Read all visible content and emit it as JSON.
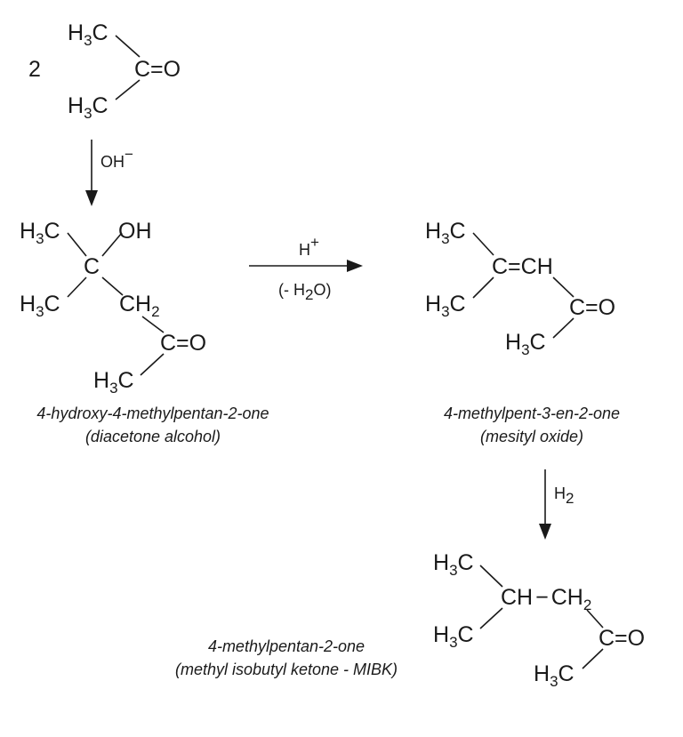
{
  "reactant": {
    "coefficient": "2",
    "methyl_top": "H3C",
    "methyl_bottom": "H3C",
    "carbonyl": "C=O"
  },
  "step1": {
    "reagent": "OH",
    "reagent_charge": "−"
  },
  "diacetone_alcohol": {
    "methyl_top": "H3C",
    "hydroxyl": "OH",
    "center_carbon": "C",
    "methyl_bottom": "H3C",
    "methylene": "CH2",
    "carbonyl": "C=O",
    "methyl_end": "H3C",
    "iupac_name": "4-hydroxy-4-methylpentan-2-one",
    "common_name": "(diacetone alcohol)"
  },
  "step2": {
    "reagent": "H",
    "reagent_charge": "+",
    "byproduct": "(- H2O)"
  },
  "mesityl_oxide": {
    "methyl_top": "H3C",
    "alkene": "C=CH",
    "methyl_bottom": "H3C",
    "carbonyl": "C=O",
    "methyl_end": "H3C",
    "iupac_name": "4-methylpent-3-en-2-one",
    "common_name": "(mesityl oxide)"
  },
  "step3": {
    "reagent": "H2"
  },
  "mibk": {
    "methyl_top": "H3C",
    "chain": "CH−CH2",
    "methyl_bottom": "H3C",
    "carbonyl": "C=O",
    "methyl_end": "H3C",
    "iupac_name": "4-methylpentan-2-one",
    "common_name": "(methyl isobutyl ketone - MIBK)"
  }
}
